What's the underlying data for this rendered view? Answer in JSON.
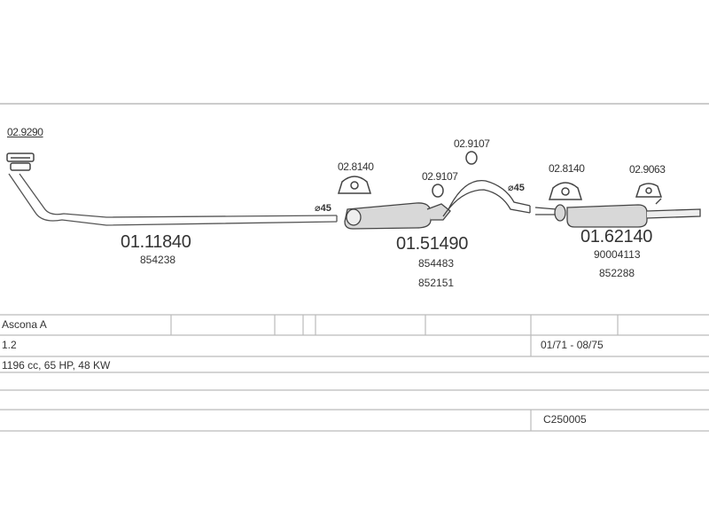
{
  "diagram": {
    "parts": [
      {
        "code": "02.9290"
      },
      {
        "code": "01.11840",
        "refs": [
          "854238"
        ]
      },
      {
        "code": "02.8140"
      },
      {
        "code": "02.9107"
      },
      {
        "code": "02.9107"
      },
      {
        "code": "01.51490",
        "refs": [
          "854483",
          "852151"
        ]
      },
      {
        "code": "02.8140"
      },
      {
        "code": "02.9063"
      },
      {
        "code": "01.62140",
        "refs": [
          "90004113",
          "852288"
        ]
      }
    ],
    "diameters": [
      "⌀45",
      "⌀45"
    ]
  },
  "table": {
    "model": "Ascona A",
    "engine": "1.2",
    "period": "01/71 - 08/75",
    "spec": "1196 cc, 65 HP, 48 KW",
    "catalog_code": "C250005"
  },
  "colors": {
    "line": "#bbbbbb",
    "part_outline": "#444444",
    "part_fill": "#d8d8d8",
    "text": "#333333"
  }
}
